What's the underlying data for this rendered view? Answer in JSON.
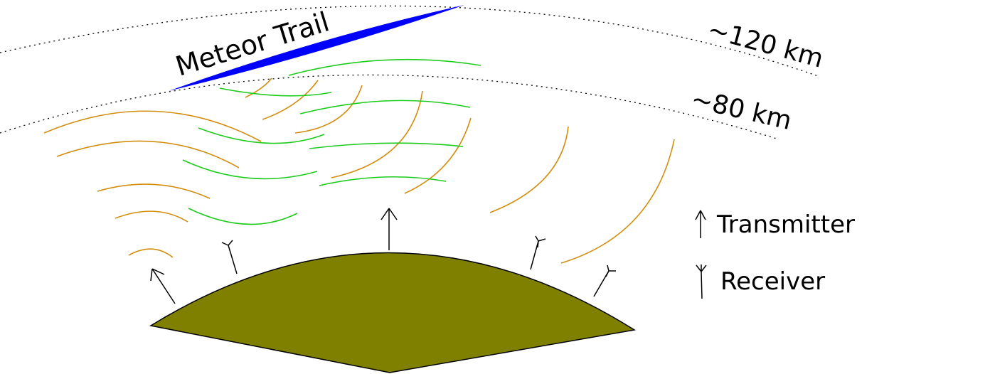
{
  "diagram": {
    "labels": {
      "meteor_trail": "Meteor Trail",
      "upper_altitude": "~120 km",
      "lower_altitude": "~80 km"
    },
    "legend": {
      "transmitter": "Transmitter",
      "receiver": "Receiver"
    },
    "colors": {
      "meteor_trail": "#0000ff",
      "ground": "#808000",
      "reflected_waves": "#d38d0d",
      "scattered_waves": "#1ecc1e"
    }
  }
}
